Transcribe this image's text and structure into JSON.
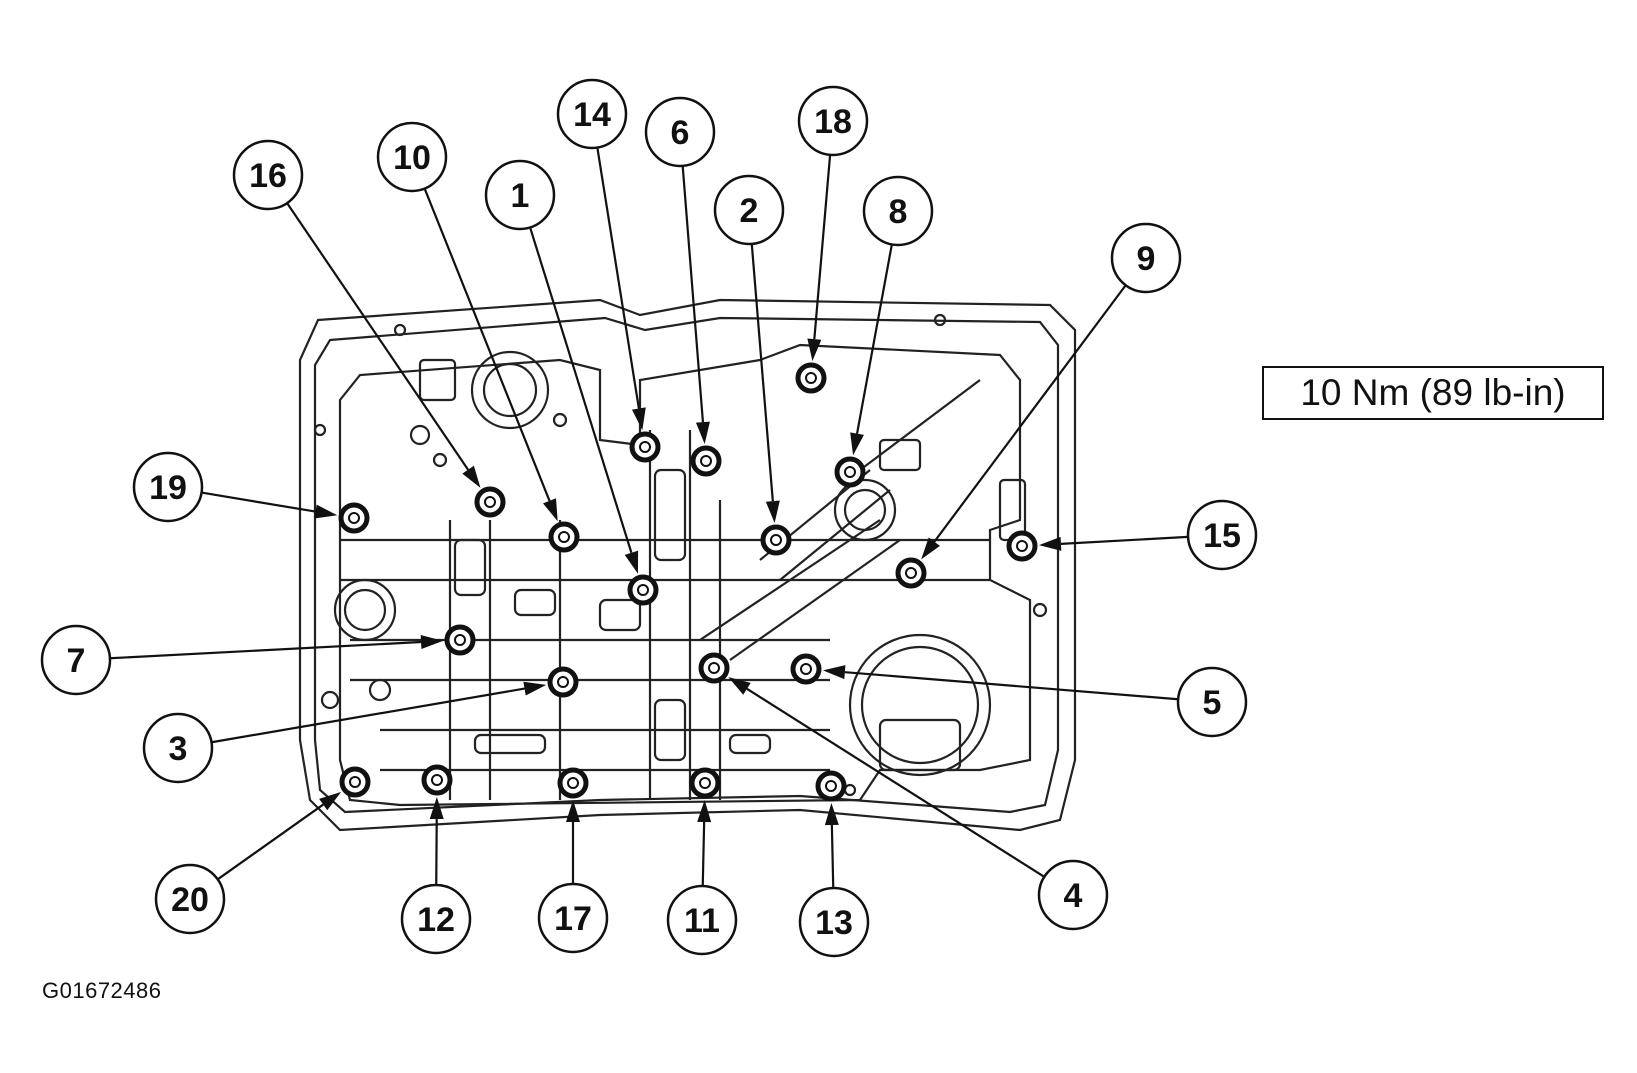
{
  "torque_spec": "10 Nm (89 lb-in)",
  "figure_id": "G01672486",
  "callouts": [
    {
      "label": "1"
    },
    {
      "label": "2"
    },
    {
      "label": "3"
    },
    {
      "label": "4"
    },
    {
      "label": "5"
    },
    {
      "label": "6"
    },
    {
      "label": "7"
    },
    {
      "label": "8"
    },
    {
      "label": "9"
    },
    {
      "label": "10"
    },
    {
      "label": "11"
    },
    {
      "label": "12"
    },
    {
      "label": "13"
    },
    {
      "label": "14"
    },
    {
      "label": "15"
    },
    {
      "label": "16"
    },
    {
      "label": "17"
    },
    {
      "label": "18"
    },
    {
      "label": "19"
    },
    {
      "label": "20"
    }
  ]
}
